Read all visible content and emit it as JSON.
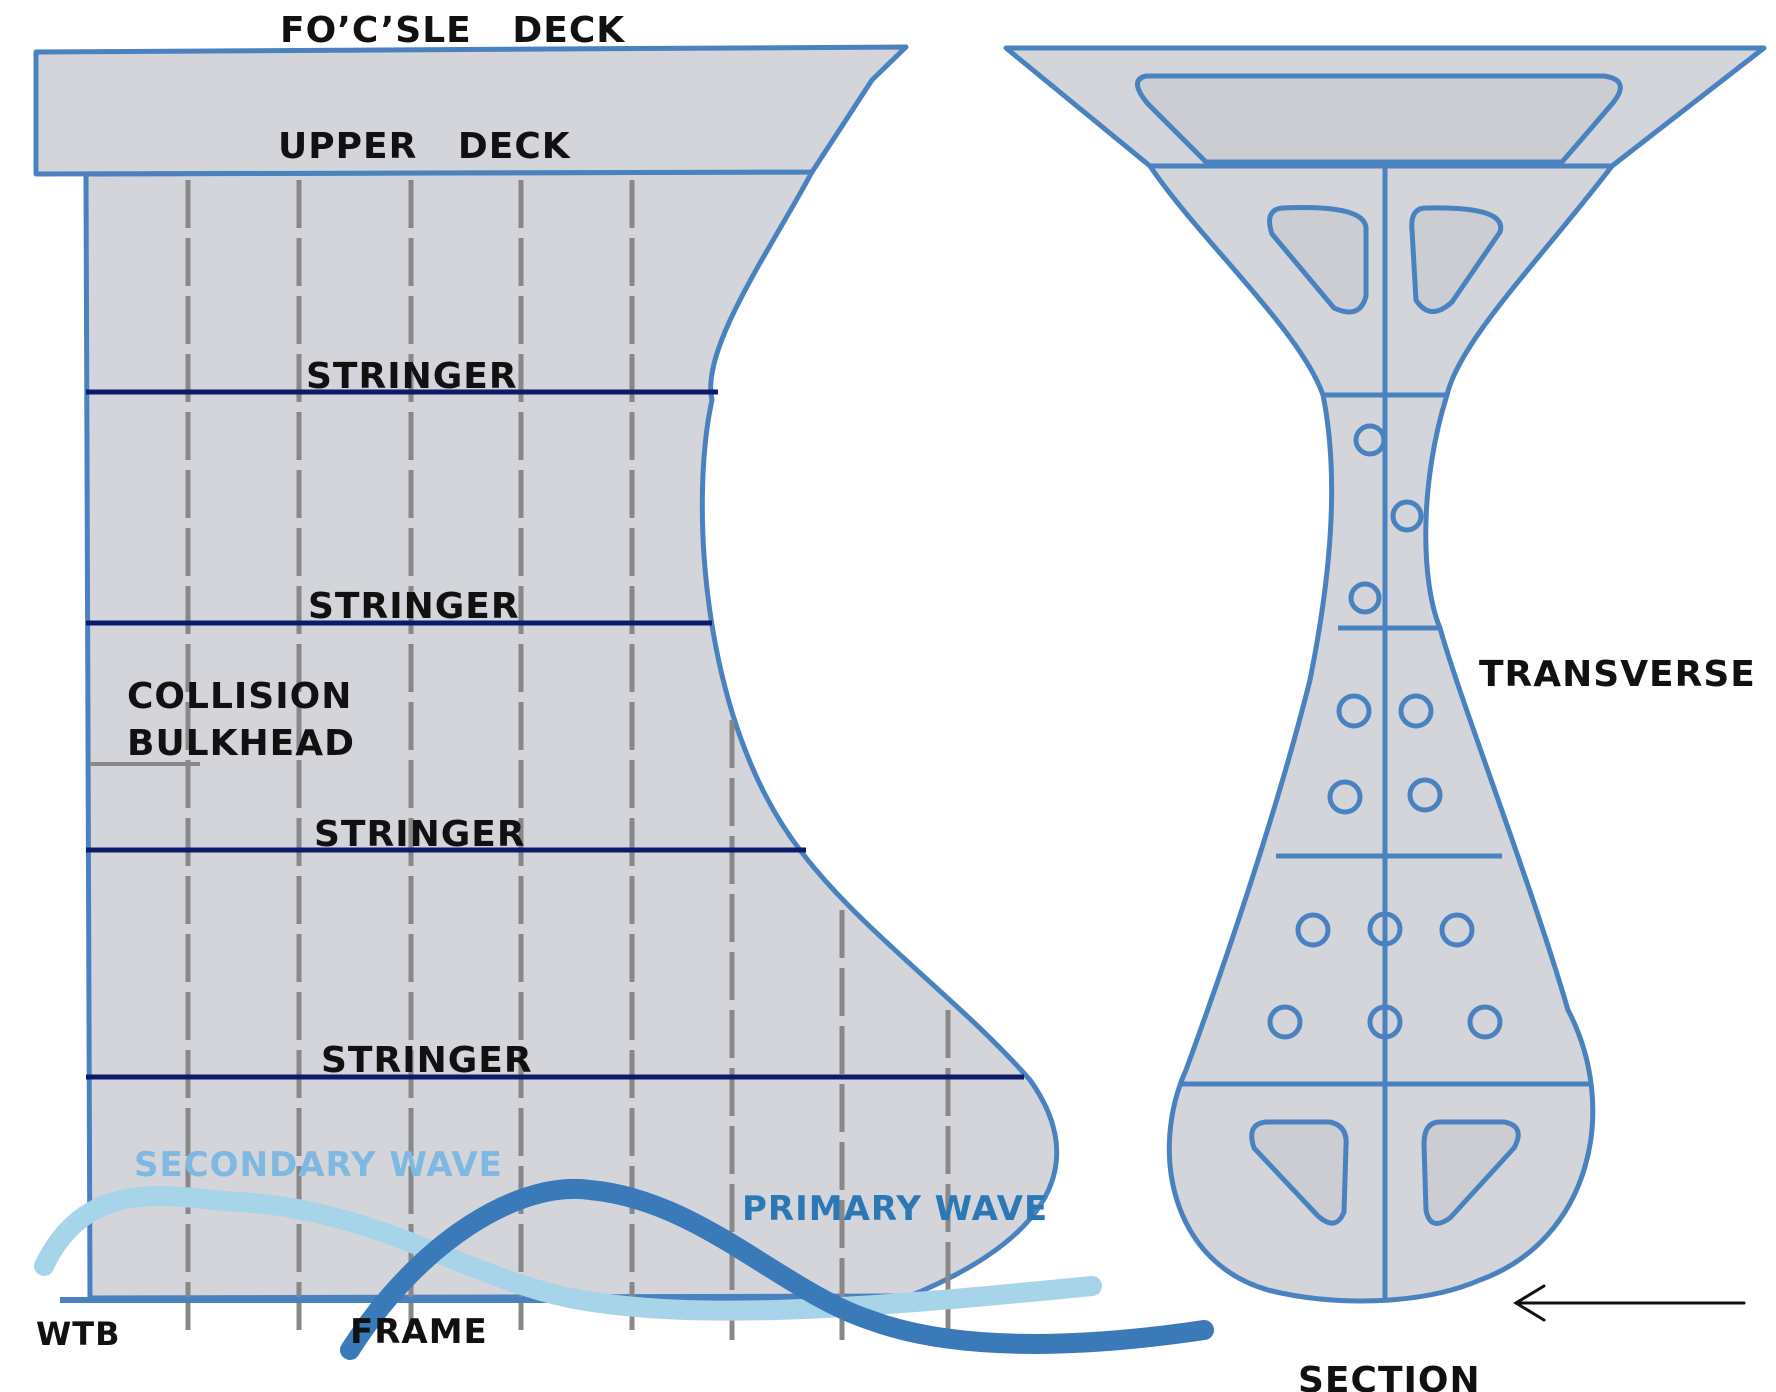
{
  "labels": {
    "focsle_deck": "FO’C’SLE   DECK",
    "upper_deck": "UPPER   DECK",
    "stringer_1": "STRINGER",
    "stringer_2": "STRINGER",
    "stringer_3": "STRINGER",
    "stringer_4": "STRINGER",
    "collision_line1": "COLLISION",
    "collision_line2": "BULKHEAD",
    "secondary_wave": "SECONDARY WAVE",
    "primary_wave": "PRIMARY WAVE",
    "wtb": "WTB",
    "frame": "FRAME",
    "transverse": "TRANSVERSE",
    "section": "SECTION"
  },
  "colors": {
    "hull_fill": "#d3d5da",
    "outline": "#4a82bf",
    "stringer": "#0d1a6b",
    "frame_line": "#888888",
    "primary_wave": "#3a7ab8",
    "secondary_wave": "#a8d4ea",
    "secondary_wave_text": "#7fb8e0",
    "primary_wave_text": "#2b78b5",
    "text": "#111111"
  }
}
